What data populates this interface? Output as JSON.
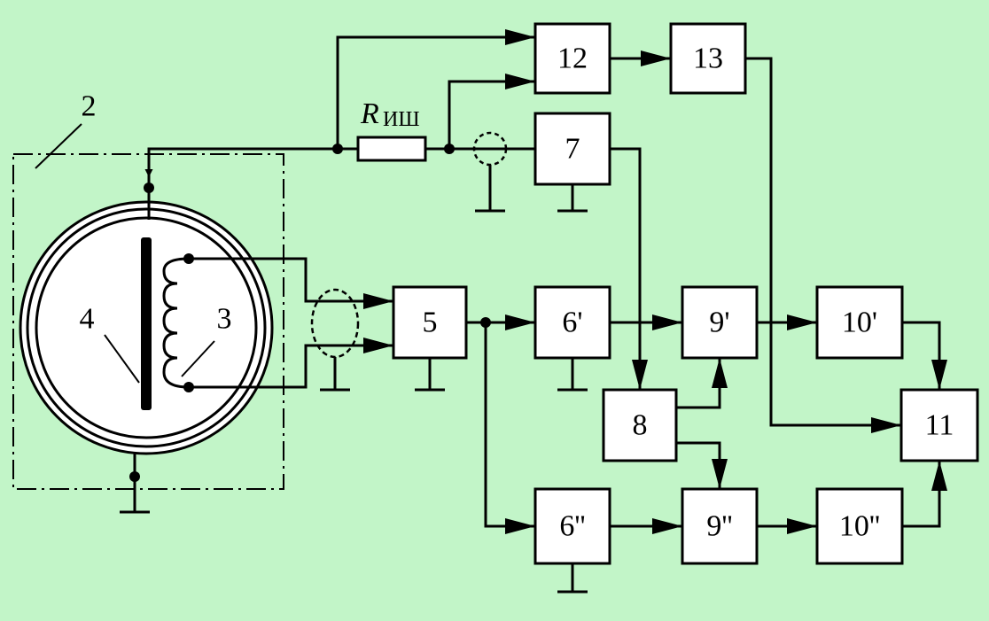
{
  "blocks": {
    "b5": "5",
    "b6p": "6'",
    "b6pp": "6''",
    "b7": "7",
    "b8": "8",
    "b9p": "9'",
    "b9pp": "9''",
    "b10p": "10'",
    "b10pp": "10''",
    "b11": "11",
    "b12": "12",
    "b13": "13"
  },
  "labels": {
    "housing": "2",
    "coil": "3",
    "electrode": "4",
    "resistor_main": "R",
    "resistor_sub": "ИШ"
  },
  "colors": {
    "background": "#c2f5c8",
    "block_fill": "#ffffff",
    "line": "#000000"
  }
}
